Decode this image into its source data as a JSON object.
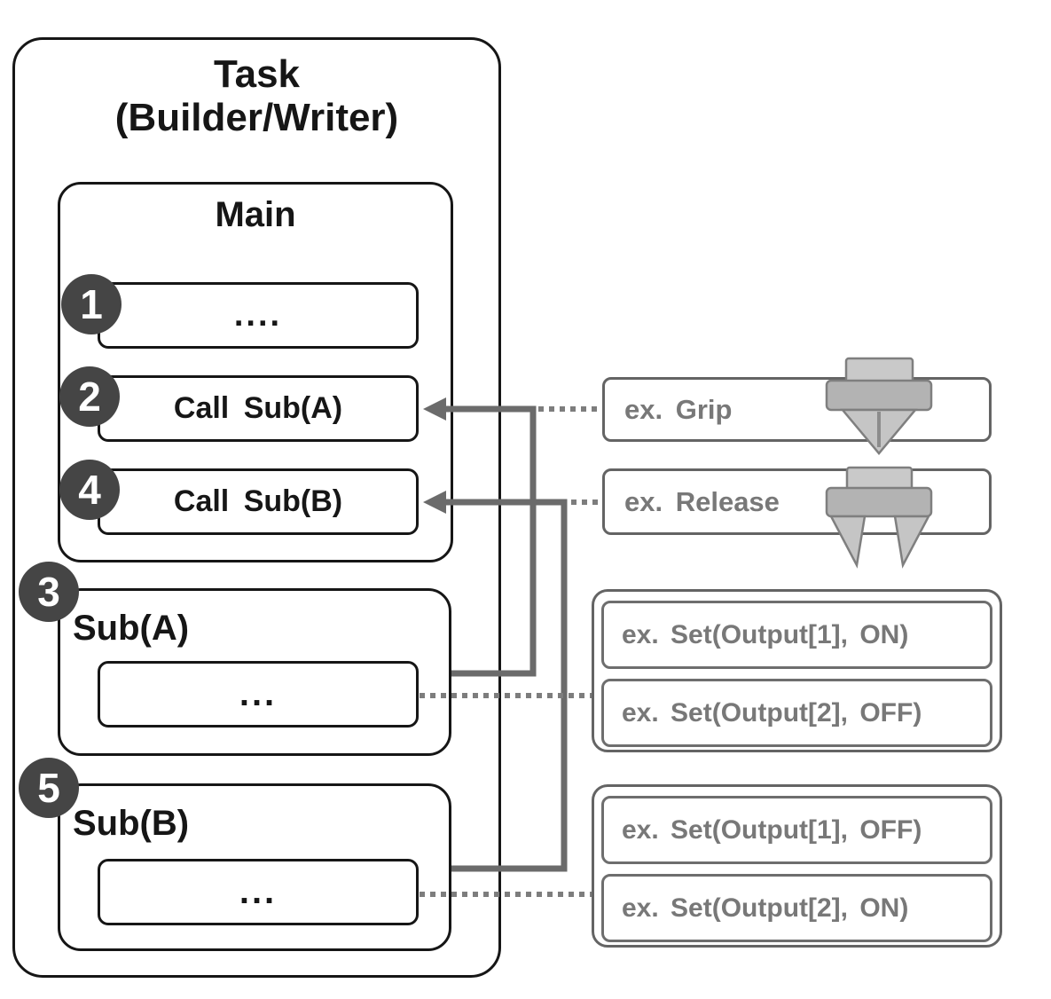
{
  "task": {
    "title_line1": "Task",
    "title_line2": "(Builder/Writer)",
    "main": {
      "label": "Main",
      "steps": [
        {
          "badge": "1",
          "label": "...."
        },
        {
          "badge": "2",
          "label": "Call Sub(A)"
        },
        {
          "badge": "4",
          "label": "Call Sub(B)"
        }
      ]
    },
    "subs": [
      {
        "badge": "3",
        "label": "Sub(A)",
        "body": "..."
      },
      {
        "badge": "5",
        "label": "Sub(B)",
        "body": "..."
      }
    ]
  },
  "annotations": {
    "grip_label": "ex. Grip",
    "release_label": "ex. Release",
    "sub_a_group": [
      "ex. Set(Output[1], ON)",
      "ex. Set(Output[2], OFF)"
    ],
    "sub_b_group": [
      "ex. Set(Output[1], OFF)",
      "ex. Set(Output[2], ON)"
    ]
  },
  "icons": {
    "grip": "gripper-closed-icon",
    "release": "gripper-open-icon"
  },
  "colors": {
    "box_border": "#161616",
    "badge_fill": "#454545",
    "badge_text": "#ffffff",
    "annotation_border": "#646464",
    "annotation_text": "#787878",
    "connector_solid": "#6b6b6b",
    "connector_dotted": "#7d7d7d",
    "icon_fill_light": "#c9c9c9",
    "icon_fill_mid": "#b3b3b3",
    "icon_stroke": "#7f7f7f"
  }
}
